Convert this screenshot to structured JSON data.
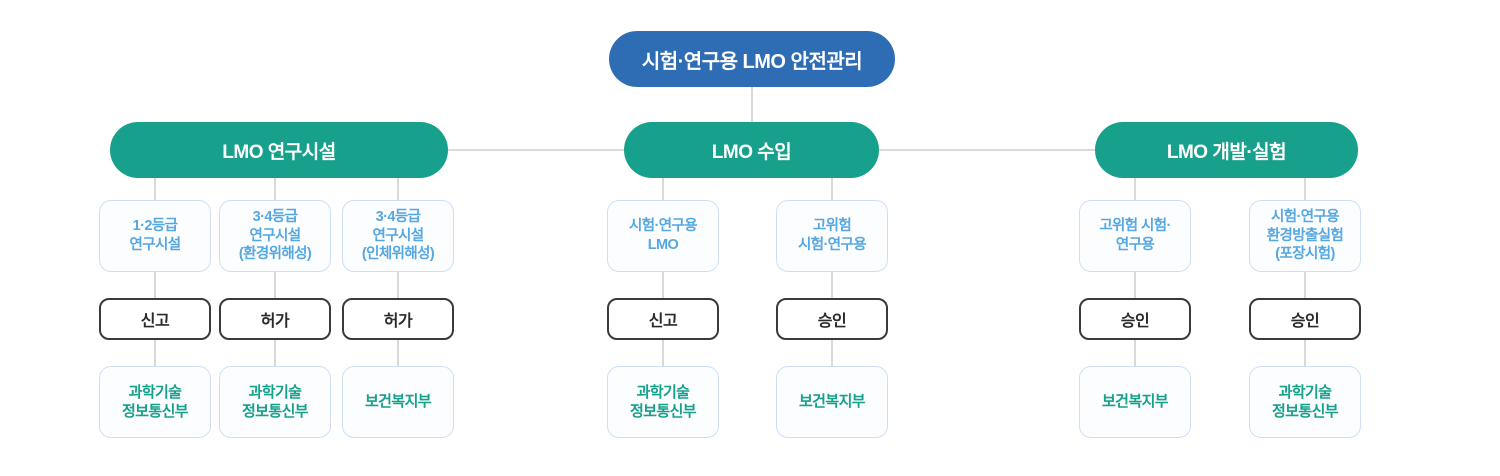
{
  "root": {
    "label": "시험·연구용 LMO 안전관리"
  },
  "groups": [
    {
      "label": "LMO 연구시설",
      "columns": [
        {
          "category": "1·2등급\n연구시설",
          "action": "신고",
          "agency": "과학기술\n정보통신부"
        },
        {
          "category": "3·4등급\n연구시설\n(환경위해성)",
          "action": "허가",
          "agency": "과학기술\n정보통신부"
        },
        {
          "category": "3·4등급\n연구시설\n(인체위해성)",
          "action": "허가",
          "agency": "보건복지부"
        }
      ]
    },
    {
      "label": "LMO 수입",
      "columns": [
        {
          "category": "시험·연구용\nLMO",
          "action": "신고",
          "agency": "과학기술\n정보통신부"
        },
        {
          "category": "고위험\n시험·연구용",
          "action": "승인",
          "agency": "보건복지부"
        }
      ]
    },
    {
      "label": "LMO 개발·실험",
      "columns": [
        {
          "category": "고위험 시험·\n연구용",
          "action": "승인",
          "agency": "보건복지부"
        },
        {
          "category": "시험·연구용\n환경방출실험\n(포장시험)",
          "action": "승인",
          "agency": "과학기술\n정보통신부"
        }
      ]
    }
  ],
  "colors": {
    "root_pill": "#2e6db4",
    "group_pill": "#17a08b",
    "category_text": "#55a7e1",
    "agency_text": "#17a08b",
    "light_border": "#cfdff3",
    "action_border": "#3a3a3a",
    "connector": "#d9d9d9"
  }
}
